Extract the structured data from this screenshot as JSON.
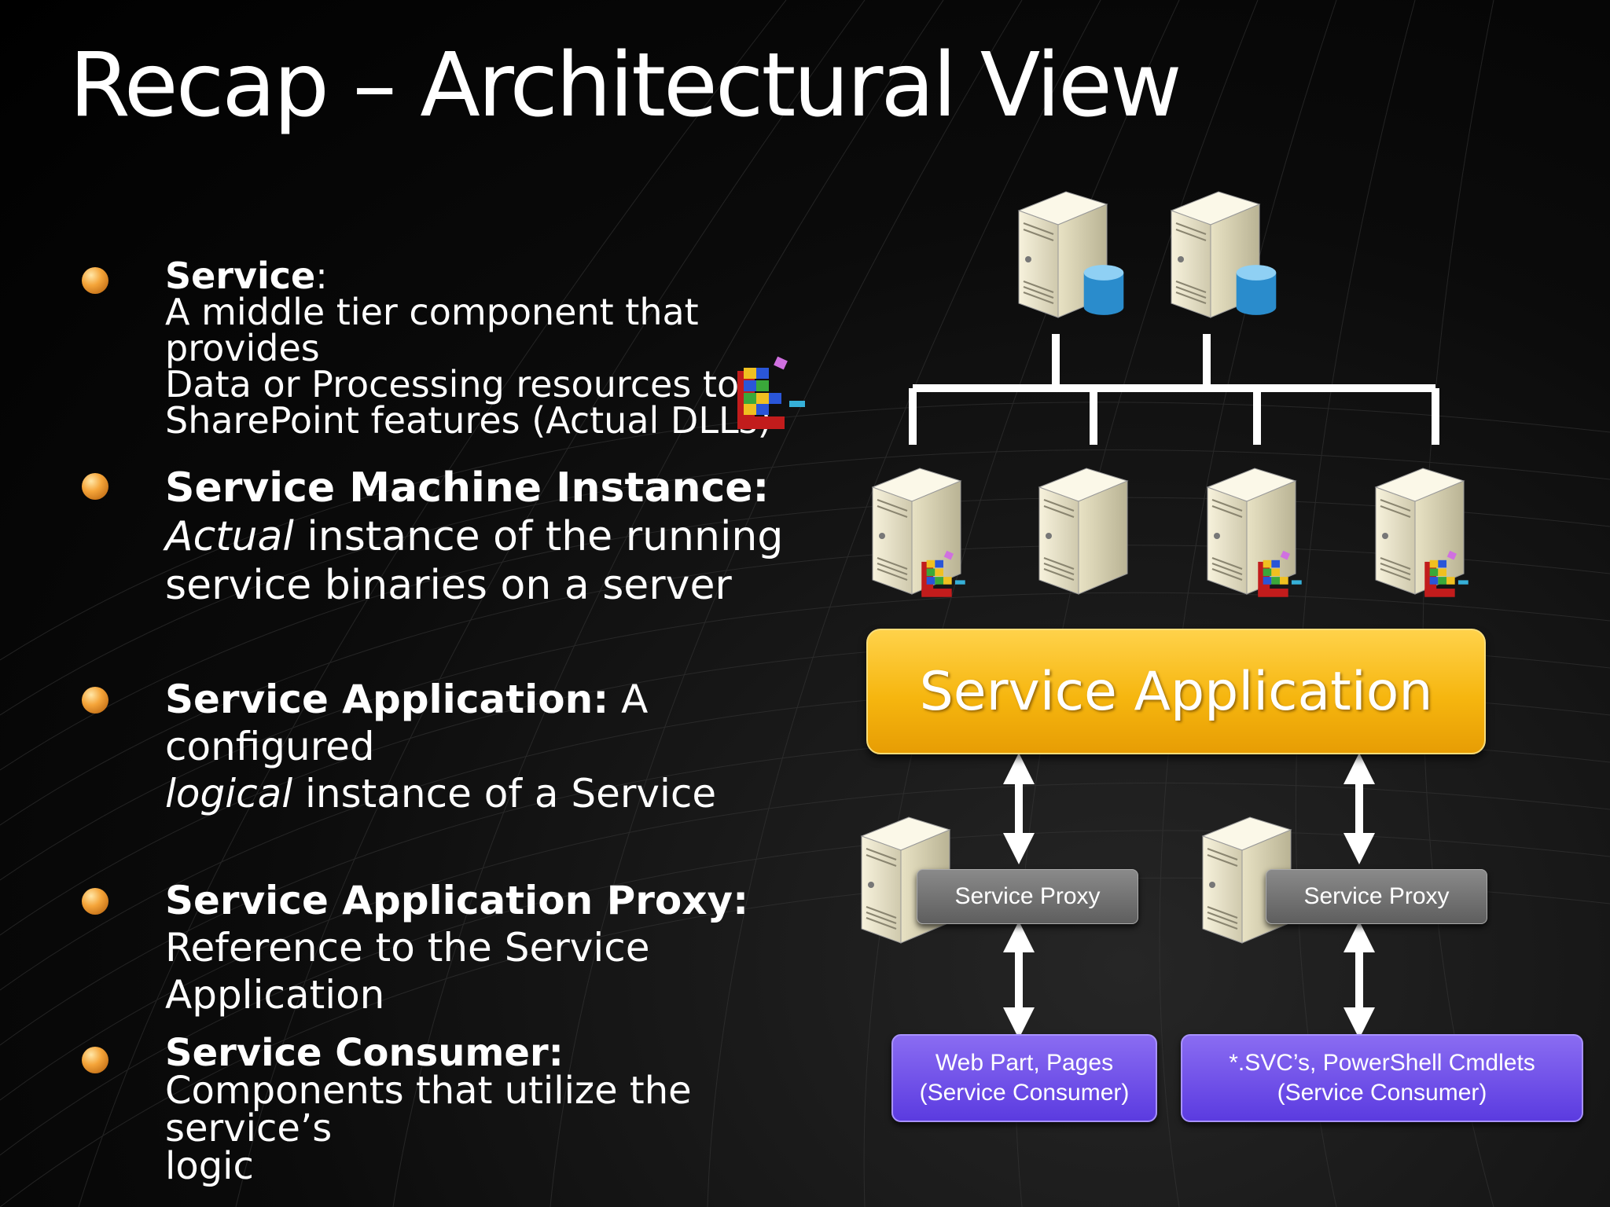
{
  "title": "Recap – Architectural View",
  "items": [
    {
      "term": "Service",
      "term_suffix": ":",
      "desc_lines": [
        "A middle tier component that provides",
        "Data or Processing resources to",
        "SharePoint features (Actual DLLs)"
      ]
    },
    {
      "term": "Service Machine Instance:",
      "desc_em": "Actual",
      "desc_rest": " instance of the running",
      "desc_line2": "service binaries on a server"
    },
    {
      "term": "Service Application:",
      "term_after": " A configured",
      "desc_em": "logical",
      "desc_rest": " instance of a Service"
    },
    {
      "term": "Service Application Proxy:",
      "desc": "Reference to the Service Application"
    },
    {
      "term": "Service Consumer:",
      "desc_lines": [
        "Components that utilize the service’s",
        "logic"
      ]
    }
  ],
  "diagram": {
    "service_application": "Service Application",
    "proxies": [
      "Service Proxy",
      "Service Proxy"
    ],
    "consumers": [
      {
        "line1": "Web Part, Pages",
        "line2": "(Service Consumer)"
      },
      {
        "line1": "*.SVC’s, PowerShell Cmdlets",
        "line2": "(Service Consumer)"
      }
    ]
  },
  "icons": [
    "server-icon",
    "database-icon",
    "dll-blocks-icon",
    "double-arrow-icon",
    "bullet-icon"
  ],
  "colors": {
    "service_application": "#f6b60f",
    "service_proxy": "#6e6e6e",
    "service_consumer": "#6a4be8",
    "bullet": "#f5a53a"
  }
}
